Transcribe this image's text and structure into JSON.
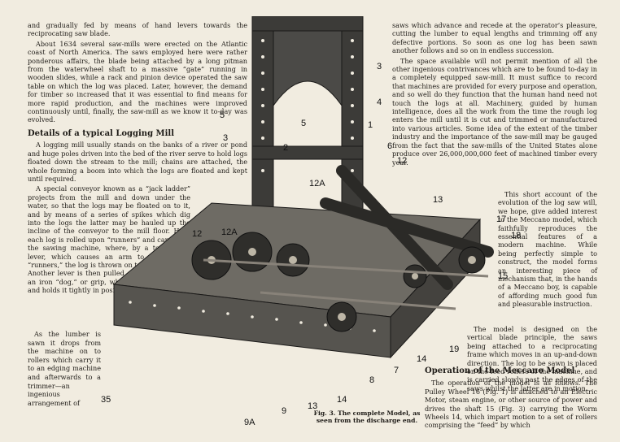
{
  "left_text": {
    "p1": "and gradually fed by means of hand levers towards the reciprocating saw blade.",
    "p2": "About 1634 several saw-mills were erected on the Atlantic coast of North America. The saws employed here were rather ponderous affairs, the blade being attached by a long pitman from the waterwheel shaft to a massive “gate” running in wooden slides, while a rack and pinion device operated the saw table on which the log was placed. Later, however, the demand for timber so increased that it was essential to find means for more rapid production, and the machines were improved continuously until, finally, the saw-mill as we know it to-day was evolved.",
    "heading": "Details of a typical Logging Mill",
    "p3": "A logging mill usually stands on the banks of a river or pond and huge poles driven into the bed of the river serve to hold logs floated down the stream to the mill; chains are attached, the whole forming a boom into which the logs are floated and kept until required.",
    "p4": "A special conveyor known as a “jack ladder” projects from the mill and down under the water, so that the logs may be floated on to it, and by means of a series of spikes which dig into the logs the latter may be hauled up the incline of the conveyor to the mill floor. Here each log is rolled upon “runners” and carried to the sawing machine, where, by a touch of a lever, which causes an arm to rise in the “runners,” the log is thrown on to the saw table. Another lever is then pulled, thereby operating an iron “dog,” or grip, which digs into the log and holds it tightly in position ready to be cut.",
    "p5": "As the lumber is sawn it drops from the machine on to rollers which carry it to an edging machine and afterwards to a trimmer—an ingenious arrangement of"
  },
  "right_text": {
    "p1": "saws which advance and recede at the operator’s pleasure, cutting the lumber to equal lengths and trimming off any defective portions. So soon as one log has been sawn another follows and so on in endless succession.",
    "p2": "The space available will not permit mention of all the other ingenious contrivances which are to be found to-day in a completely equipped saw-mill. It must suffice to record that machines are provided for every purpose and operation, and so well do they function that the human hand need not touch the logs at all. Machinery, guided by human intelligence, does all the work from the time the rough log enters the mill until it is cut and trimmed or manufactured into various articles. Some idea of the extent of the timber industry and the importance of the saw-mill may be gauged from the fact that the saw-mills of the United States alone produce over 26,000,000,000 feet of machined timber every year.",
    "p3": "This short account of the evolution of the log saw will, we hope, give added interest to the Meccano model, which faithfully reproduces the essential features of a modern machine. While being perfectly simple to construct, the model forms an interesting piece of mechanism that, in the hands of a Meccano boy, is capable of affording much good fun and pleasurable instruction.",
    "p4": "The model is designed on the vertical blade principle, the saws being attached to a reciprocating frame which moves in an up-and-down direction. The log to be sawn is placed on the feed rollers of the machine, and is carried slowly past the edges of the saws whilst the latter are in motion.",
    "heading2": "Operation of the Meccano Model",
    "p5": "The operation of the model is as follows. The Pulley Wheel 16 (Fig. 1) is attached to an Electric Motor, steam engine, or other source of power and drives the shaft 15 (Fig. 3) carrying the Worm Wheels 14, which impart motion to a set of rollers comprising the “feed” by which"
  },
  "figure": {
    "caption": "Fig. 3. The complete Model, as seen from the discharge end.",
    "labels": [
      "3",
      "4",
      "5",
      "5",
      "1",
      "3",
      "2",
      "6",
      "12",
      "12A",
      "13",
      "17",
      "18",
      "15",
      "12",
      "12A",
      "19",
      "14",
      "7",
      "8",
      "14",
      "13",
      "9",
      "9A",
      "35"
    ]
  },
  "colors": {
    "paper": "#f1ece0",
    "ink": "#1d1a16",
    "metal": "#4b4a47"
  }
}
